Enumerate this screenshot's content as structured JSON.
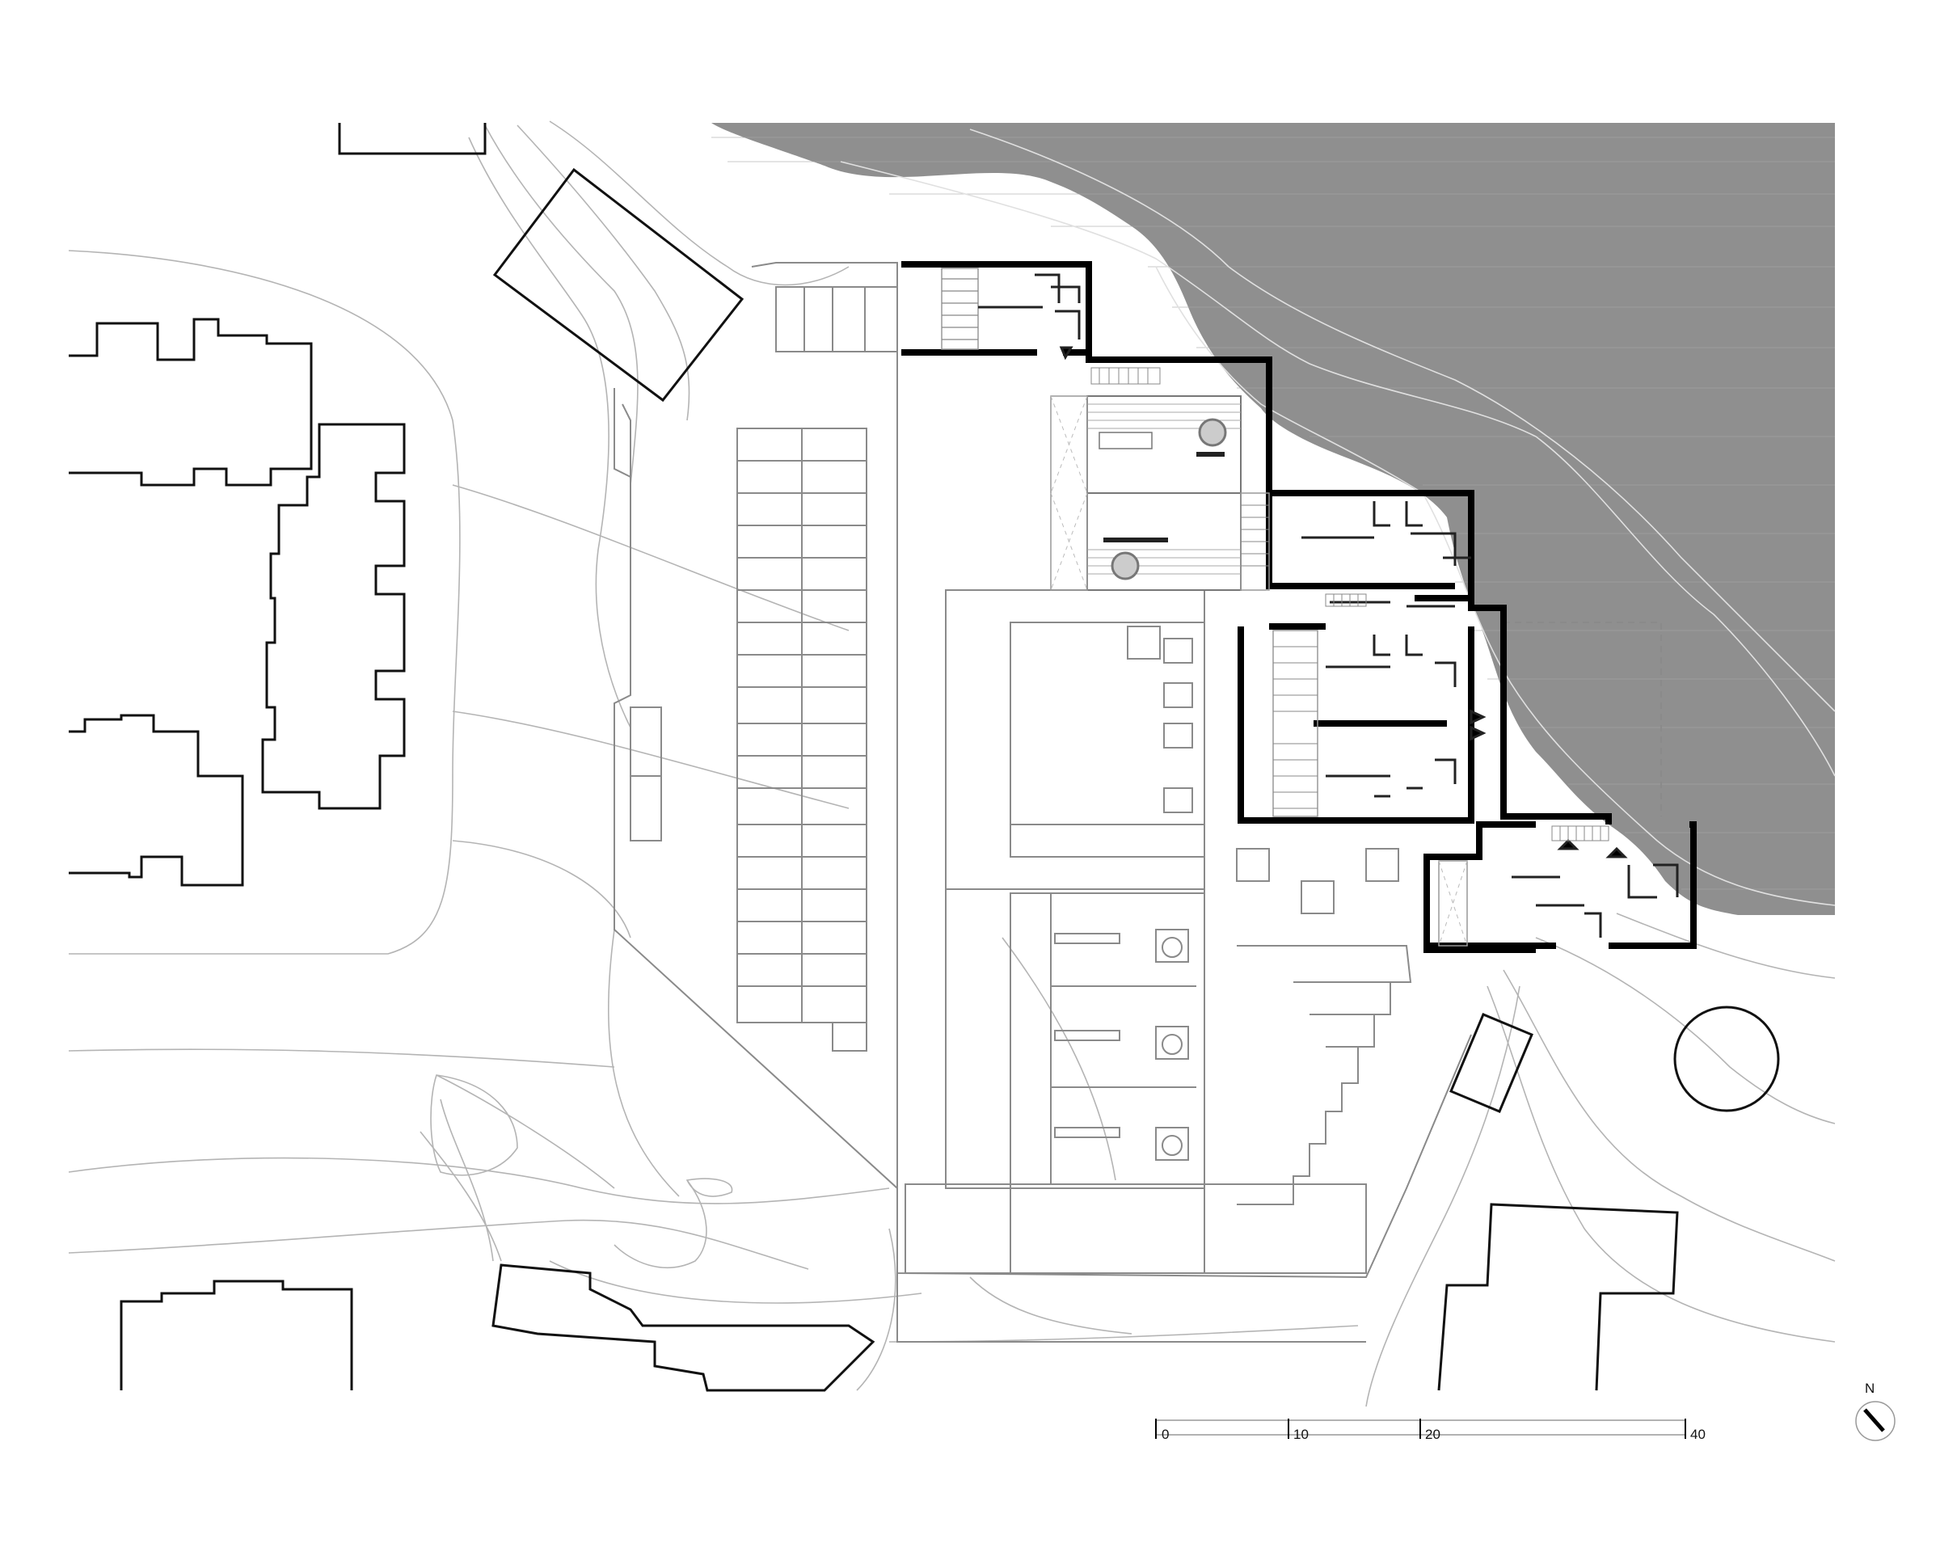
{
  "north_arrow": {
    "label": "N",
    "icon": "north-arrow-icon"
  },
  "scale_bar": {
    "ticks": [
      "0",
      "10",
      "20",
      "40"
    ]
  },
  "colors": {
    "water": "#8f8f8f",
    "ink": "#000000",
    "contour": "#b4b4b4"
  }
}
